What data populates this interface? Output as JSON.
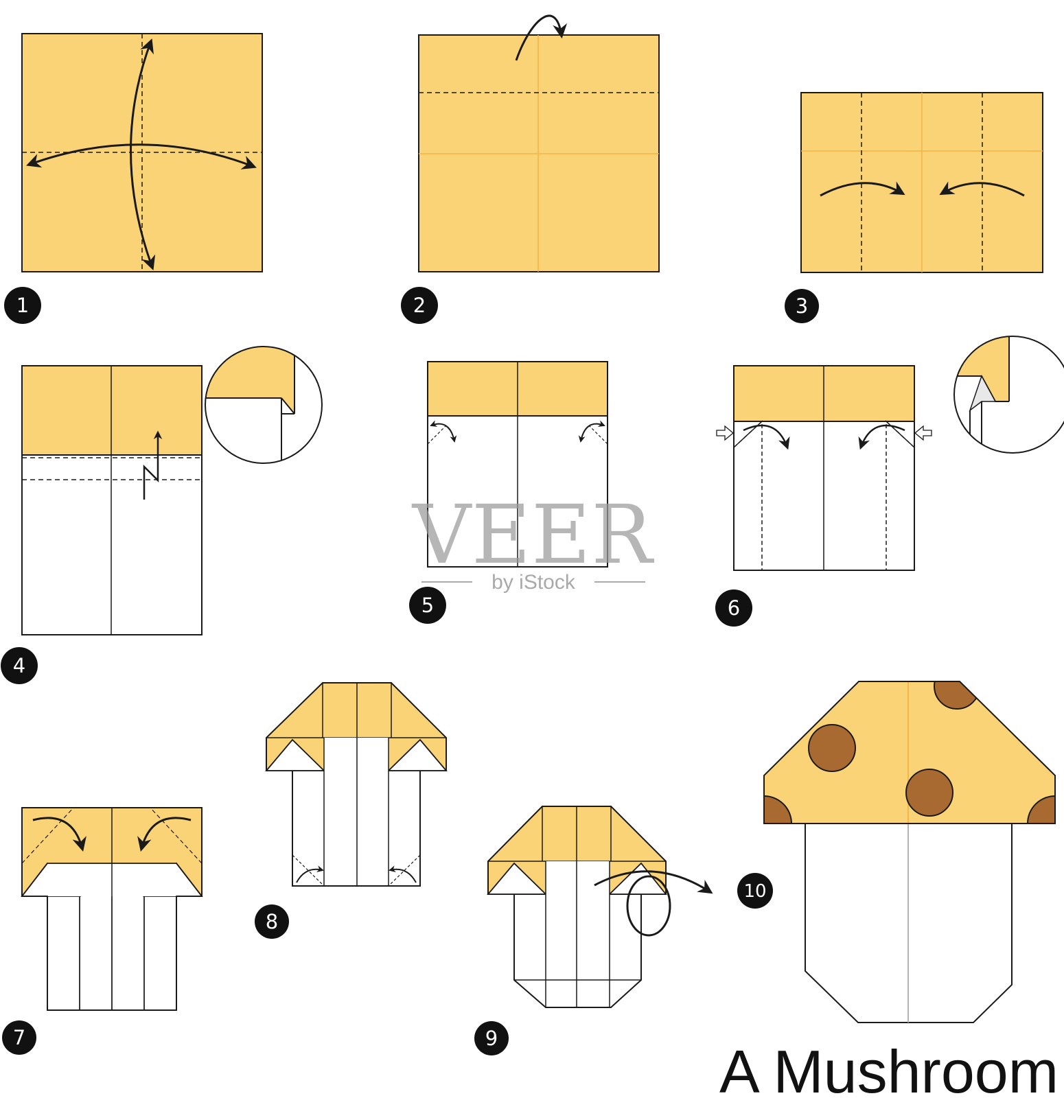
{
  "title": "A Mushroom",
  "watermark": {
    "brand": "VEER",
    "sub": "by iStock"
  },
  "steps": [
    {
      "number": "1"
    },
    {
      "number": "2"
    },
    {
      "number": "3"
    },
    {
      "number": "4"
    },
    {
      "number": "5"
    },
    {
      "number": "6"
    },
    {
      "number": "7"
    },
    {
      "number": "8"
    },
    {
      "number": "9"
    },
    {
      "number": "10"
    }
  ],
  "colors": {
    "paper_front": "#fbd377",
    "paper_back": "#ffffff",
    "crease": "#f5b547",
    "spot": "#a86a30",
    "outline": "#1a1a1a",
    "badge": "#111111"
  }
}
